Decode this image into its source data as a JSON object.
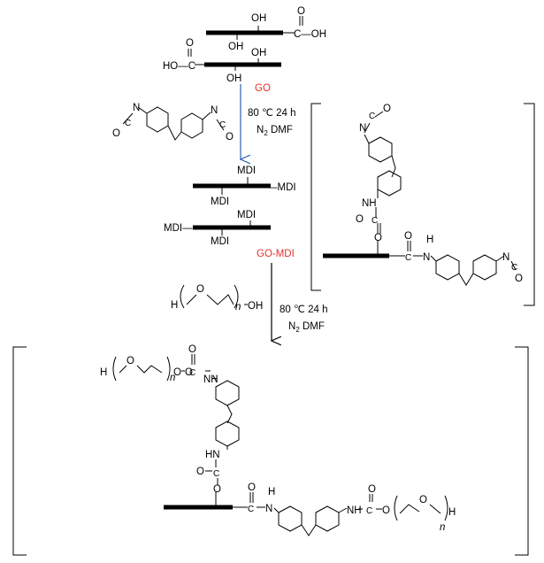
{
  "labels": {
    "oh": "OH",
    "cooh_right": "C—OH",
    "hooc_left": "HO—C",
    "o": "O",
    "go": "GO",
    "go_mdi": "GO-MDI",
    "mdi": "MDI",
    "mdi_dash_left": "MDI—",
    "mdi_dash_right": "—MDI",
    "n_atom": "N",
    "c_atom": "C",
    "h_atom": "H",
    "nh": "NH",
    "hn": "HN",
    "peg_h": "H",
    "peg_oh": "OH",
    "peg_n": "n"
  },
  "conditions": {
    "step1_temp_time": "80 ℃ 24 h",
    "step1_solvent_prefix": "N",
    "step1_solvent_sub": "2",
    "step1_solvent_suffix": " DMF",
    "step2_temp_time": "80 ℃ 24 h",
    "step2_solvent_prefix": "N",
    "step2_solvent_sub": "2",
    "step2_solvent_suffix": " DMF"
  },
  "colors": {
    "label_red": "#e8312a",
    "arrow_blue": "#2f5fb3",
    "arrow_black": "#000000",
    "sheet": "#000000"
  }
}
